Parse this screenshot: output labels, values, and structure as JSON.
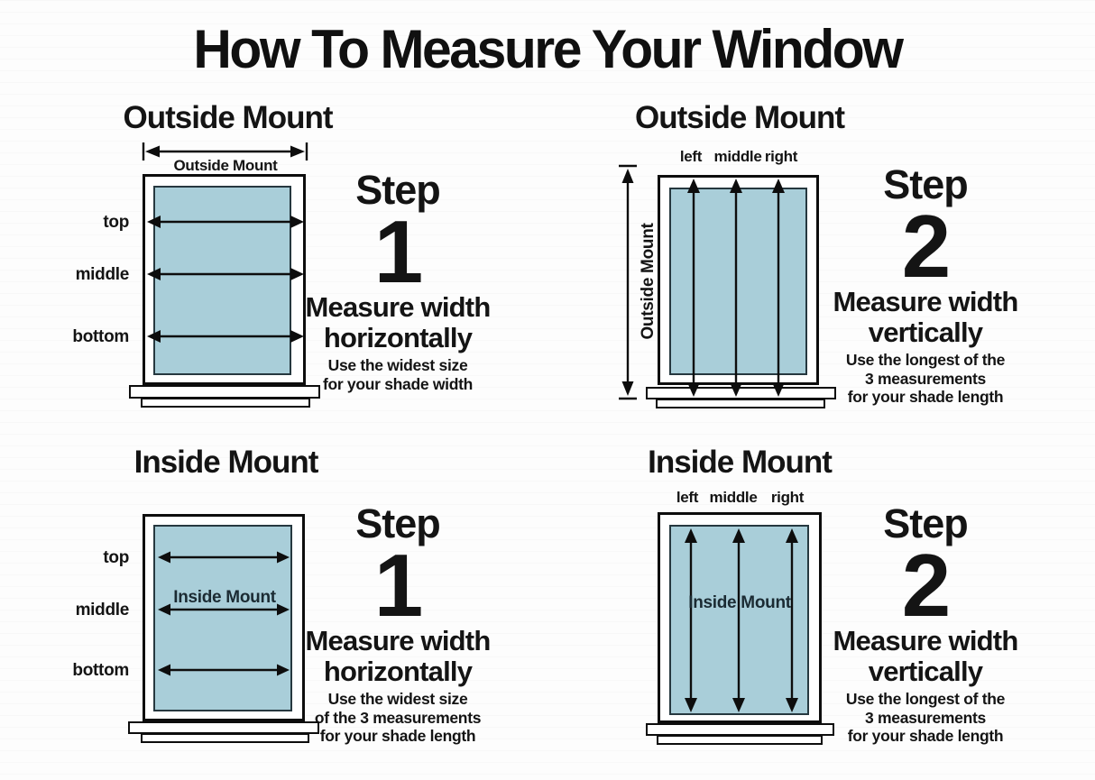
{
  "title": "How To Measure Your Window",
  "colors": {
    "glass_fill": "#a9ced9",
    "outline": "#0d0d0d",
    "glass_label_text": "#1b2b33"
  },
  "quadrants": [
    {
      "heading": "Outside Mount",
      "measure_label": "Outside Mount",
      "rows": [
        "top",
        "middle",
        "bottom"
      ],
      "step_word": "Step",
      "step_number": "1",
      "instruction": [
        "Measure width",
        "horizontally"
      ],
      "notes": [
        "Use the widest size",
        "for your shade width"
      ]
    },
    {
      "heading": "Outside Mount",
      "measure_label": "Outside Mount",
      "cols": [
        "left",
        "middle",
        "right"
      ],
      "step_word": "Step",
      "step_number": "2",
      "instruction": [
        "Measure width",
        "vertically"
      ],
      "notes": [
        "Use the longest of the",
        "3 measurements",
        "for your shade length"
      ]
    },
    {
      "heading": "Inside Mount",
      "glass_label": "Inside Mount",
      "rows": [
        "top",
        "middle",
        "bottom"
      ],
      "step_word": "Step",
      "step_number": "1",
      "instruction": [
        "Measure width",
        "horizontally"
      ],
      "notes": [
        "Use the widest size",
        "of the 3 measurements",
        "for your shade length"
      ]
    },
    {
      "heading": "Inside Mount",
      "glass_label": "Inside Mount",
      "cols": [
        "left",
        "middle",
        "right"
      ],
      "step_word": "Step",
      "step_number": "2",
      "instruction": [
        "Measure width",
        "vertically"
      ],
      "notes": [
        "Use the longest of the",
        "3 measurements",
        "for your shade length"
      ]
    }
  ]
}
